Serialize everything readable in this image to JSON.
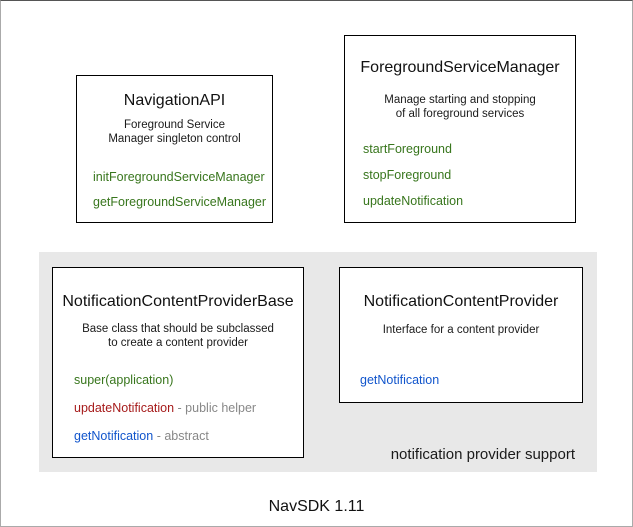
{
  "colors": {
    "green": "#38761d",
    "red": "#a61b1b",
    "blue": "#1155cc",
    "gray": "#888888",
    "panel_bg": "#e8e8e8"
  },
  "caption": "NavSDK 1.11",
  "panel": {
    "label": "notification provider support"
  },
  "boxes": {
    "navigation_api": {
      "title": "NavigationAPI",
      "description_lines": [
        "Foreground Service",
        "Manager singleton control"
      ],
      "methods": [
        {
          "name": "initForegroundServiceManager"
        },
        {
          "name": "getForegroundServiceManager"
        }
      ]
    },
    "foreground_service_manager": {
      "title": "ForegroundServiceManager",
      "description_lines": [
        "Manage starting and stopping",
        "of all foreground services"
      ],
      "methods": [
        {
          "name": "startForeground"
        },
        {
          "name": "stopForeground"
        },
        {
          "name": "updateNotification"
        }
      ]
    },
    "notification_content_provider_base": {
      "title": "NotificationContentProviderBase",
      "description_lines": [
        "Base class that should be subclassed",
        "to create a content provider"
      ],
      "methods": [
        {
          "name": "super(application)",
          "suffix": ""
        },
        {
          "name": "updateNotification",
          "suffix": " - public helper"
        },
        {
          "name": "getNotification",
          "suffix": " - abstract"
        }
      ]
    },
    "notification_content_provider": {
      "title": "NotificationContentProvider",
      "description_lines": [
        "Interface for a content provider"
      ],
      "methods": [
        {
          "name": "getNotification"
        }
      ]
    }
  }
}
